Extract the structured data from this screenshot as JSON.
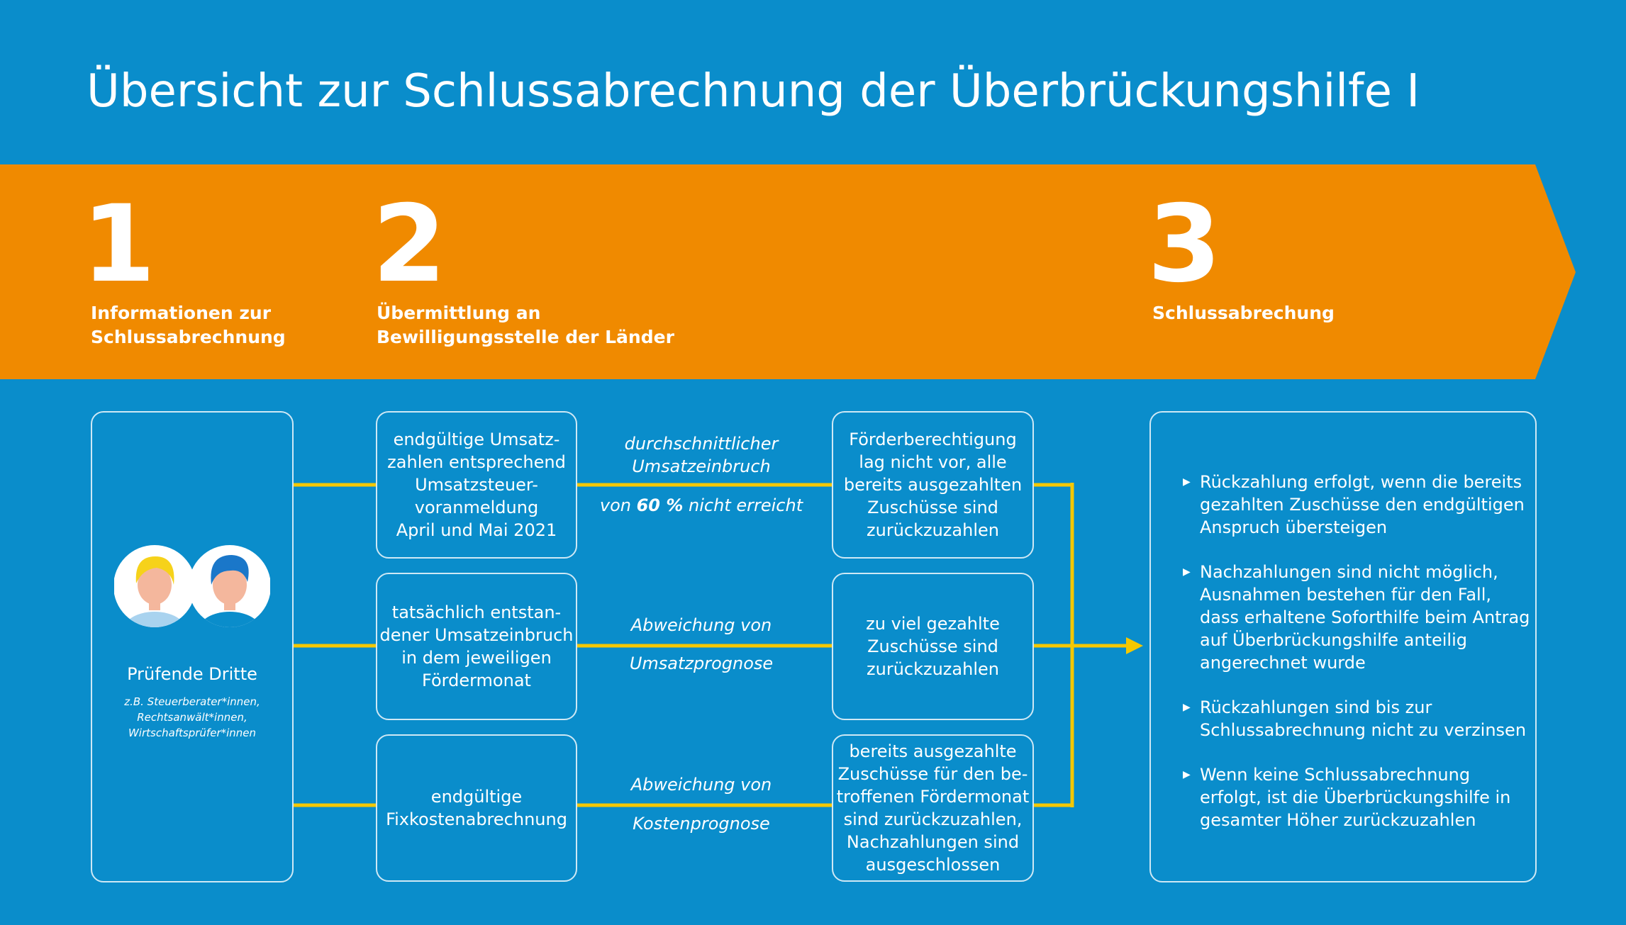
{
  "title": "Übersicht zur Schlussabrechnung der Überbrückungshilfe I",
  "colors": {
    "background": "#0a8dcb",
    "banner": "#f08a00",
    "connector": "#f5c800",
    "text": "#ffffff"
  },
  "steps": [
    {
      "number": "1",
      "label": "Informationen zur\nSchlussabrechnung"
    },
    {
      "number": "2",
      "label": "Übermittlung an\nBewilligungsstelle der Länder"
    },
    {
      "number": "3",
      "label": "Schlussabrechung"
    }
  ],
  "third_party": {
    "icon": "person-icon",
    "title": "Prüfende Dritte",
    "subtitle": "z.B. Steuerberater*innen,\nRechtsanwält*innen,\nWirtschaftsprüfer*innen"
  },
  "rows": [
    {
      "input": "endgültige Umsatz-\nzahlen entsprechend\nUmsatzsteuer-\nvoranmeldung\nApril und Mai 2021",
      "condition_top": "durchschnittlicher\nUmsatzeinbruch",
      "condition_bottom_pre": "von ",
      "condition_bottom_bold": "60 %",
      "condition_bottom_post": " nicht erreicht",
      "outcome": "Förderberechtigung\nlag nicht vor, alle\nbereits ausgezahlten\nZuschüsse sind\nzurückzuzahlen"
    },
    {
      "input": "tatsächlich entstan-\ndener Umsatzeinbruch\nin dem jeweiligen\nFördermonat",
      "condition_top": "Abweichung von",
      "condition_bottom": "Umsatzprognose",
      "outcome": "zu viel gezahlte\nZuschüsse sind\nzurückzuzahlen"
    },
    {
      "input": "endgültige\nFixkostenabrechnung",
      "condition_top": "Abweichung von",
      "condition_bottom": "Kostenprognose",
      "outcome": "bereits ausgezahlte\nZuschüsse für den be-\ntroffenen Fördermonat\nsind zurückzuzahlen,\nNachzahlungen sind\nausgeschlossen"
    }
  ],
  "result": {
    "bullet_icon": "triangle-right-icon",
    "items": [
      "Rückzahlung erfolgt, wenn die bereits\ngezahlten Zuschüsse den endgültigen\nAnspruch übersteigen",
      "Nachzahlungen sind nicht möglich,\nAusnahmen bestehen für den Fall,\ndass erhaltene Soforthilfe beim Antrag\nauf Überbrückungshilfe anteilig\nangerechnet wurde",
      "Rückzahlungen sind bis zur\nSchlussabrechnung nicht zu verzinsen",
      "Wenn keine Schlussabrechnung\nerfolgt, ist die Überbrückungshilfe in\ngesamter Höher zurückzuzahlen"
    ]
  }
}
